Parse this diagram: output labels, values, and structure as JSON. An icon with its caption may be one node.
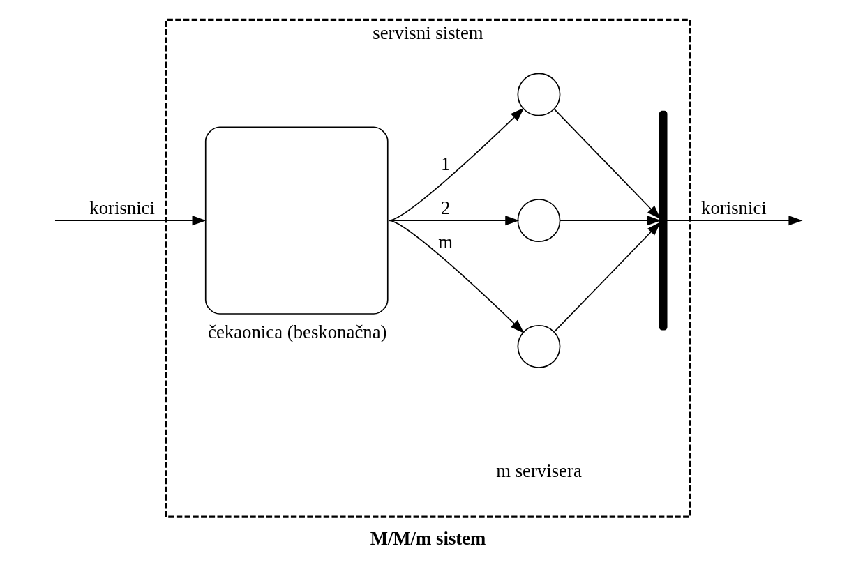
{
  "diagram": {
    "caption": "M/M/m sistem",
    "nodes": [
      {
        "text": [
          "servisni sistem"
        ]
      },
      {
        "text": [],
        "shape": "box",
        "beside": [
          "čekaonica (beskonačna)"
        ],
        "in": 0
      },
      {
        "text": [],
        "shape": "circle",
        "in": 0
      },
      {
        "text": [],
        "shape": "circle",
        "in": 0
      },
      {
        "text": [],
        "shape": "circle",
        "in": 0
      },
      {
        "text": [],
        "shape": "brace",
        "in": 0
      }
    ],
    "edges": [
      {
        "from": null,
        "to": 1,
        "arrow": "to",
        "label": "korisnici"
      },
      {
        "from": 1,
        "to": 2,
        "arrow": "to",
        "label": "1"
      },
      {
        "from": 1,
        "to": 3,
        "arrow": "to",
        "label": "2"
      },
      {
        "from": 1,
        "to": 4,
        "arrow": "to",
        "label": "m"
      },
      {
        "from": 2,
        "to": 5,
        "arrow": "to"
      },
      {
        "from": 3,
        "to": 5,
        "arrow": "to"
      },
      {
        "from": 4,
        "to": 5,
        "arrow": "to"
      },
      {
        "from": 5,
        "to": null,
        "arrow": "to",
        "label": "korisnici"
      }
    ],
    "labels": [
      "m servisera"
    ]
  }
}
